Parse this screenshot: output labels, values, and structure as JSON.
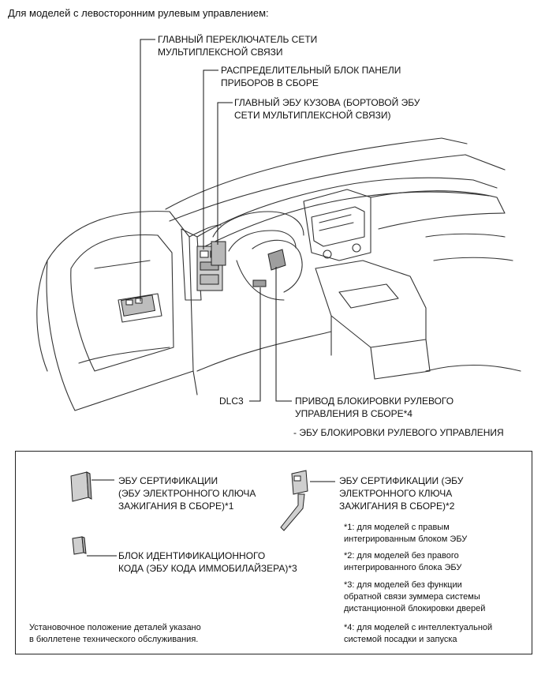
{
  "header": "Для моделей с левосторонним рулевым управлением:",
  "callouts": {
    "main_switch_1": "ГЛАВНЫЙ ПЕРЕКЛЮЧАТЕЛЬ СЕТИ",
    "main_switch_2": "МУЛЬТИПЛЕКСНОЙ СВЯЗИ",
    "junction_1": "РАСПРЕДЕЛИТЕЛЬНЫЙ БЛОК ПАНЕЛИ",
    "junction_2": "ПРИБОРОВ В СБОРЕ",
    "body_ecu_1": "ГЛАВНЫЙ ЭБУ КУЗОВА (БОРТОВОЙ ЭБУ",
    "body_ecu_2": "СЕТИ МУЛЬТИПЛЕКСНОЙ СВЯЗИ)",
    "dlc3": "DLC3",
    "steering_lock_1": "ПРИВОД БЛОКИРОВКИ РУЛЕВОГО",
    "steering_lock_2": "УПРАВЛЕНИЯ В СБОРЕ*4",
    "steering_lock_ecu": "- ЭБУ БЛОКИРОВКИ РУЛЕВОГО УПРАВЛЕНИЯ"
  },
  "legend": {
    "cert1_1": "ЭБУ СЕРТИФИКАЦИИ",
    "cert1_2": "(ЭБУ ЭЛЕКТРОННОГО КЛЮЧА",
    "cert1_3": "ЗАЖИГАНИЯ В СБОРЕ)*1",
    "cert2_1": "ЭБУ СЕРТИФИКАЦИИ (ЭБУ",
    "cert2_2": "ЭЛЕКТРОННОГО КЛЮЧА",
    "cert2_3": "ЗАЖИГАНИЯ В СБОРЕ)*2",
    "immo_1": "БЛОК ИДЕНТИФИКАЦИОННОГО",
    "immo_2": "КОДА (ЭБУ КОДА ИММОБИЛАЙЗЕРА)*3",
    "note1_1": "*1: для моделей с правым",
    "note1_2": "интегрированным блоком ЭБУ",
    "note2_1": "*2: для моделей без правого",
    "note2_2": "интегрированного блока ЭБУ",
    "note3_1": "*3: для моделей без функции",
    "note3_2": "обратной связи зуммера системы",
    "note3_3": "дистанционной блокировки дверей",
    "note4_1": "*4: для моделей с интеллектуальной",
    "note4_2": "системой посадки и запуска",
    "install_1": "Установочное положение деталей указано",
    "install_2": "в бюллетене технического обслуживания."
  }
}
